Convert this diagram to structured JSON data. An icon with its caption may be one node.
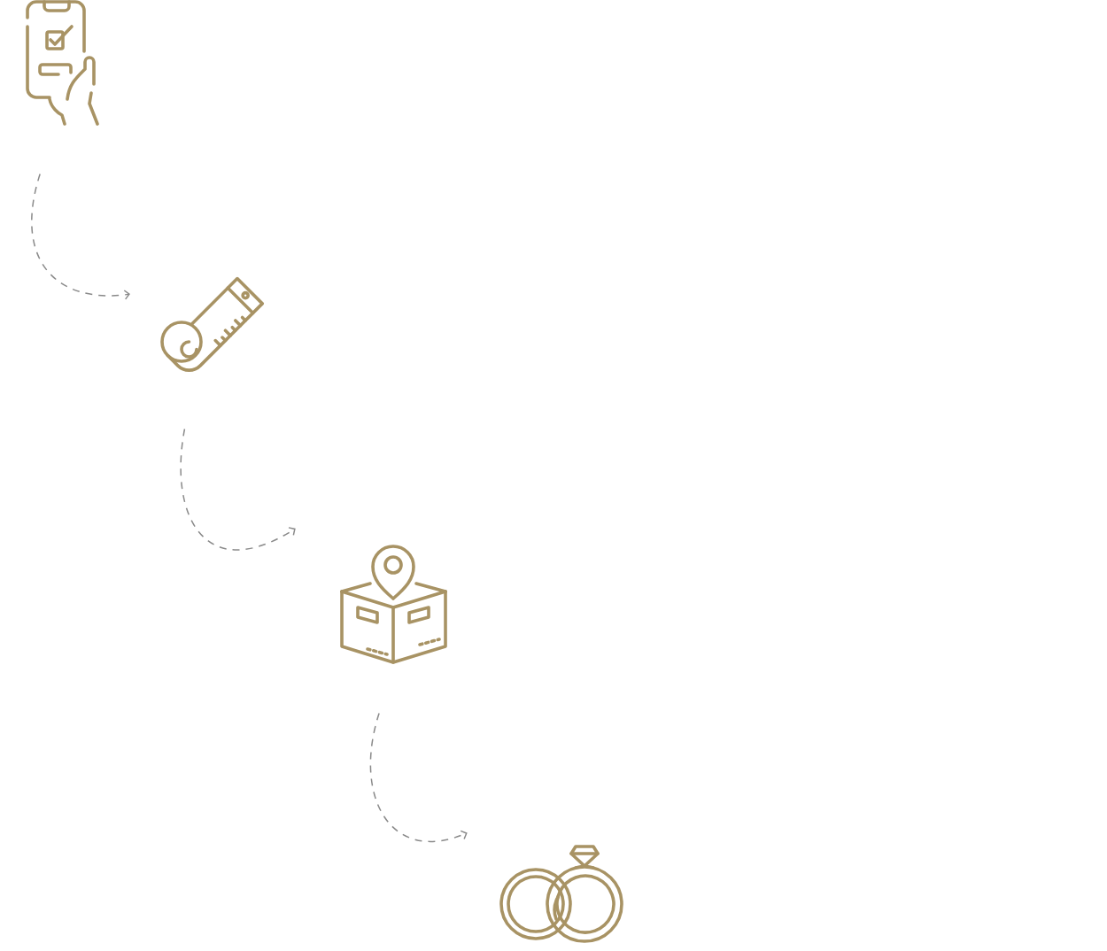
{
  "diagram": {
    "nodes": [
      {
        "text": [],
        "shape": "picture"
      },
      {
        "text": [],
        "shape": "picture"
      },
      {
        "text": [],
        "shape": "picture"
      },
      {
        "text": [],
        "shape": "picture"
      }
    ],
    "edges": [
      {
        "from": 0,
        "to": 1,
        "arrow": "to",
        "style": "dashed"
      },
      {
        "from": 1,
        "to": 2,
        "arrow": "to",
        "style": "dashed"
      },
      {
        "from": 2,
        "to": 3,
        "arrow": "to",
        "style": "dashed"
      }
    ]
  }
}
